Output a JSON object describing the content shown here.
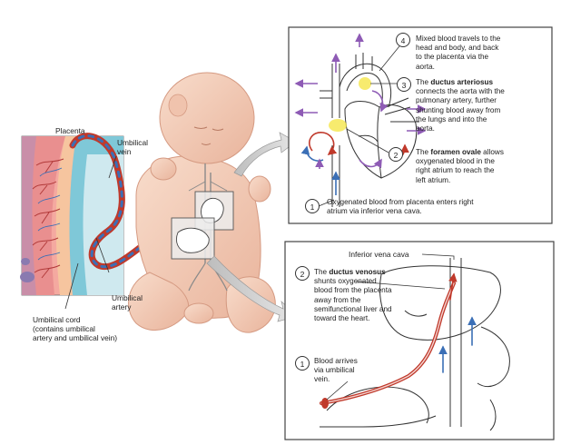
{
  "labels": {
    "placenta": "Placenta",
    "umbilical_vein": "Umbilical\nvein",
    "umbilical_artery": "Umbilical\nartery",
    "umbilical_cord": "Umbilical cord\n(contains umbilical\nartery and umbilical vein)",
    "inferior_vena_cava": "Inferior vena cava"
  },
  "heart_panel": {
    "steps": [
      {
        "number": "4",
        "text": "Mixed blood travels to the head and body, and back to the placenta via the aorta."
      },
      {
        "number": "3",
        "pre": "The ",
        "bold": "ductus arteriosus",
        "post": " connects the aorta with the pulmonary artery, further shunting blood away from the lungs and into the aorta."
      },
      {
        "number": "2",
        "pre": "The ",
        "bold": "foramen ovale",
        "post": " allows oxygenated blood in the right atrium to reach the left atrium."
      },
      {
        "number": "1",
        "text": "Oxygenated blood from placenta enters right atrium via inferior vena cava."
      }
    ]
  },
  "liver_panel": {
    "steps": [
      {
        "number": "2",
        "pre": "The ",
        "bold": "ductus venosus",
        "post": " shunts oxygenated blood from the placenta away from the semifunctional liver and toward the heart."
      },
      {
        "number": "1",
        "text": "Blood arrives via umbilical vein."
      }
    ]
  },
  "colors": {
    "oxygenated": "#c0392b",
    "deoxygenated": "#3b6fb6",
    "mixed_arrow": "#8e5bb5",
    "skin": "#f3cdb8",
    "placenta_pink": "#e98f8f",
    "amnion_blue": "#7fc8d8",
    "highlight": "#f5e64a"
  }
}
